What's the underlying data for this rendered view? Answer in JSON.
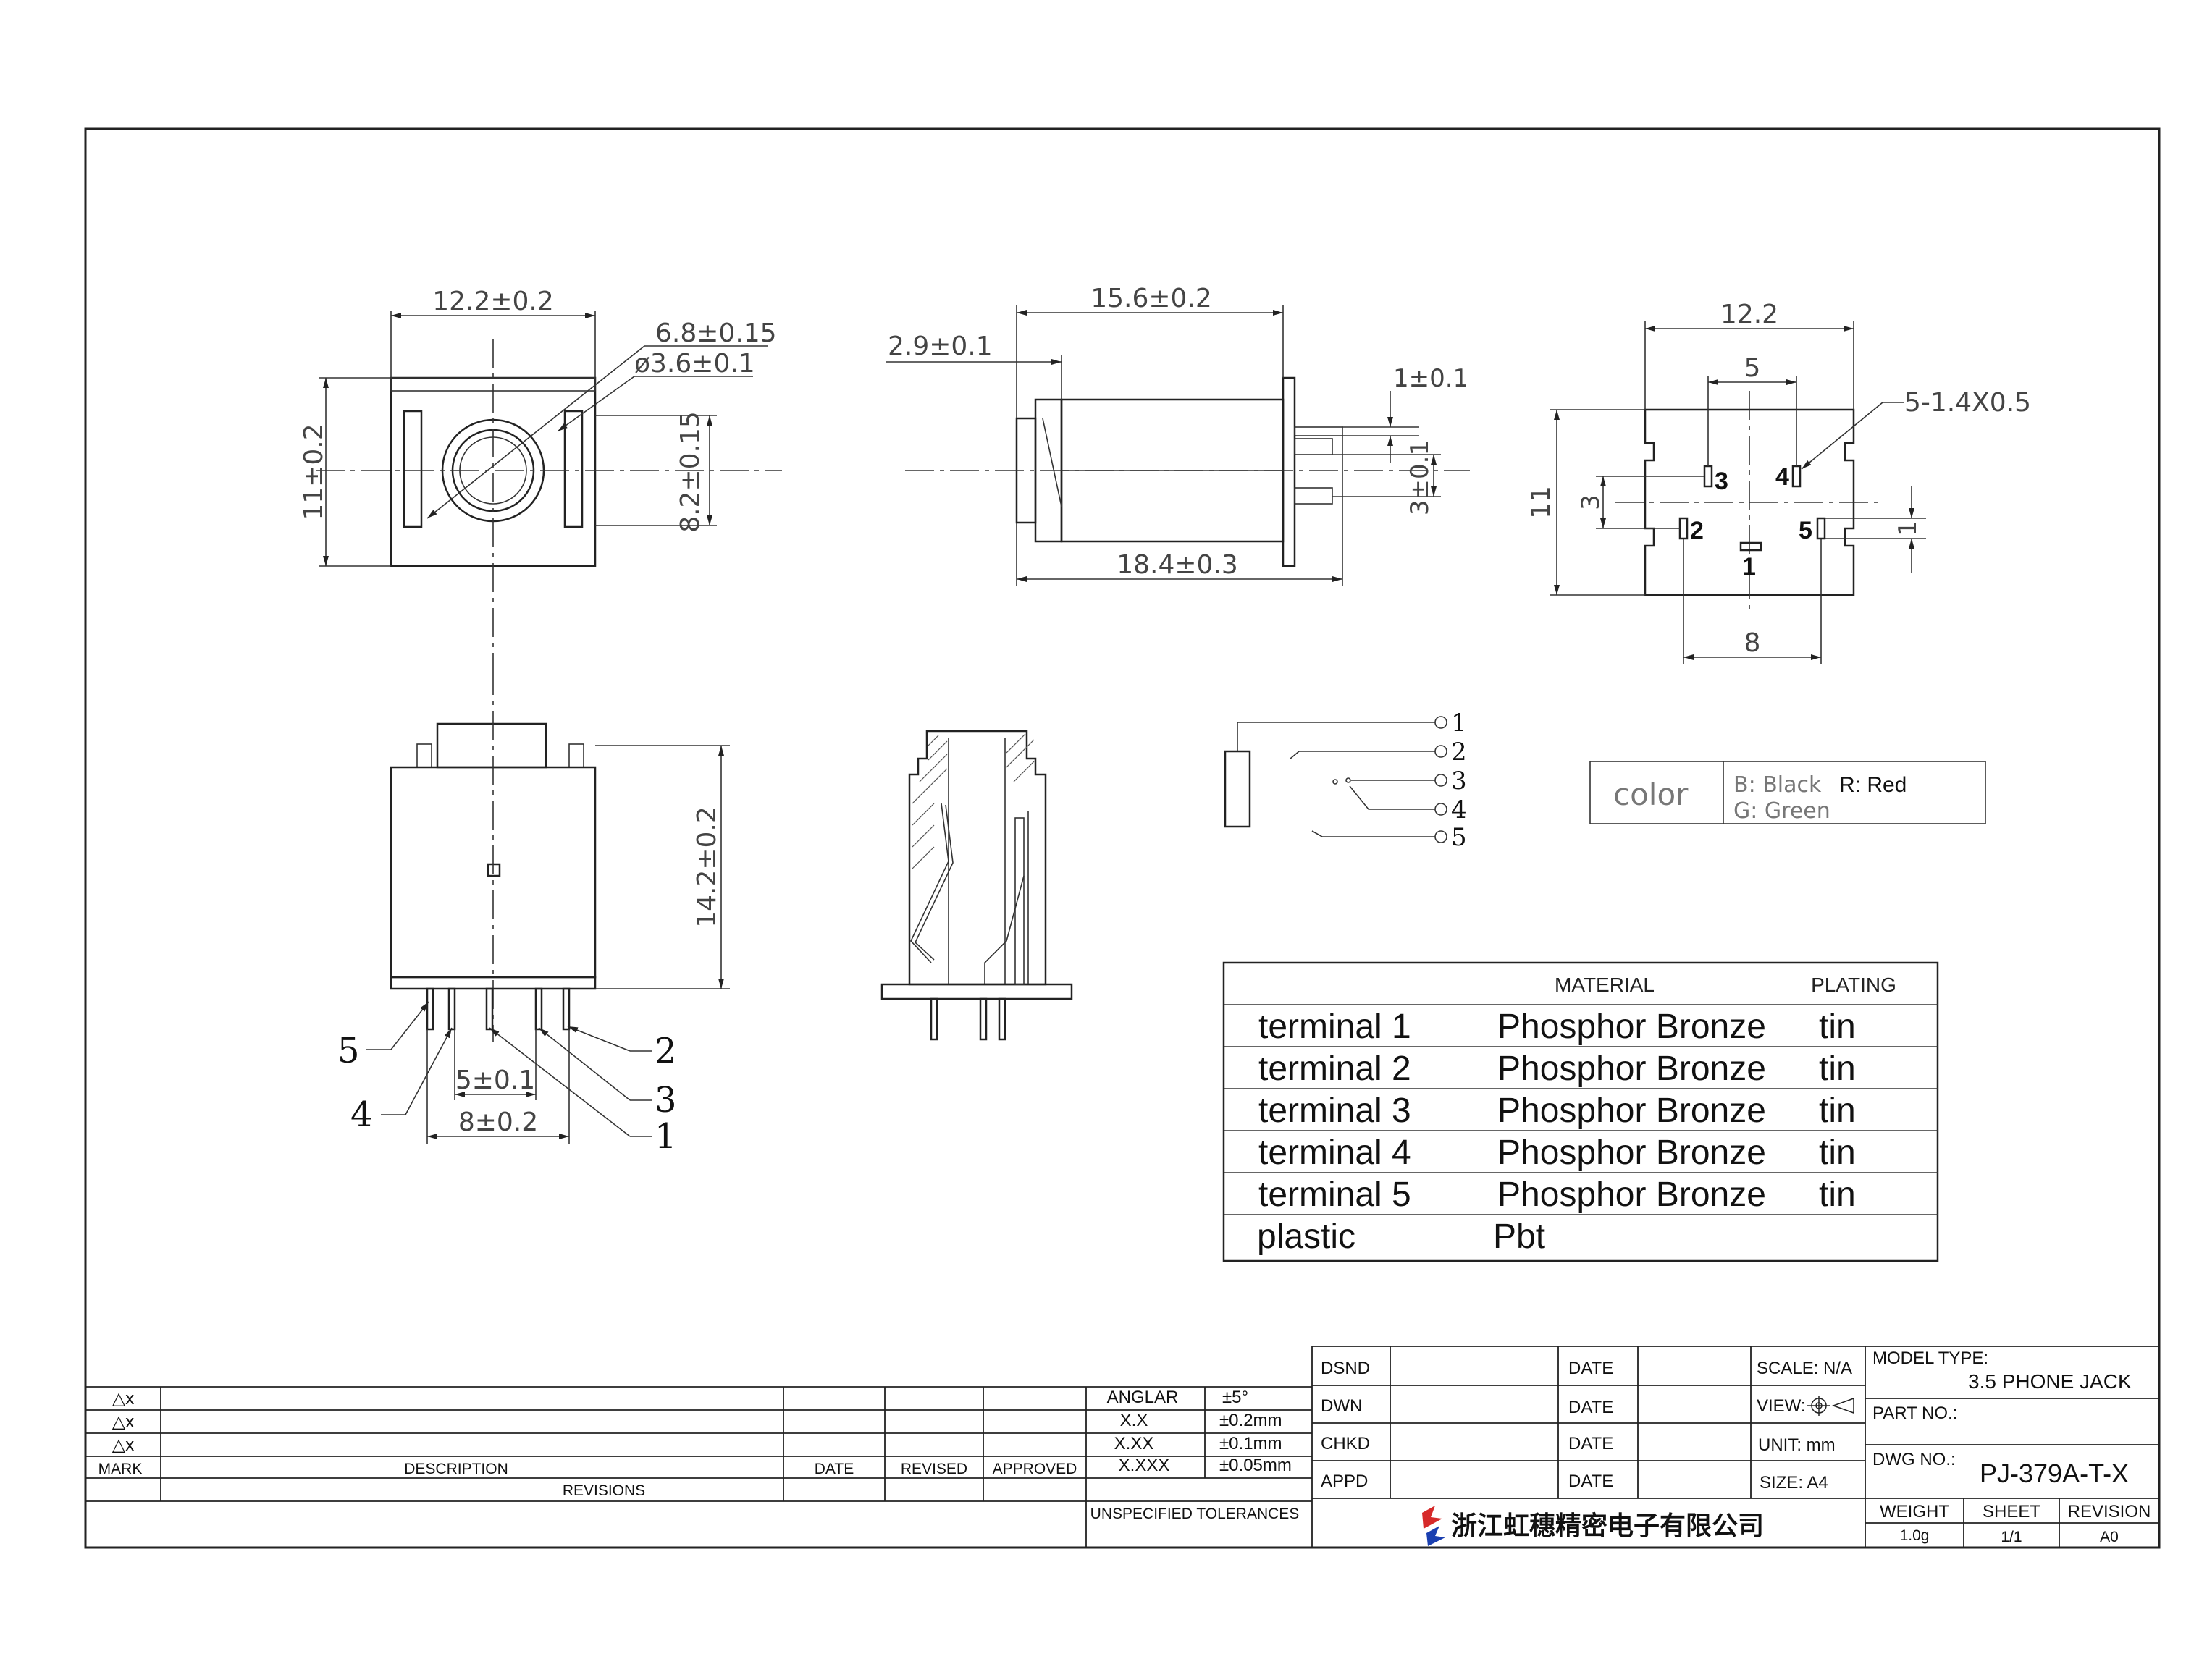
{
  "front_view": {
    "width_dim": "12.2±0.2",
    "height_dim": "11±0.2",
    "outer_dia_dim": "6.8±0.15",
    "bore_dim": "ø3.6±0.1",
    "body_dim": "8.2±0.15"
  },
  "side_view": {
    "length_dim": "15.6±0.2",
    "nose_dim": "2.9±0.1",
    "pin_thickness_dim": "1±0.1",
    "pin_spacing_dim": "3±0.1",
    "overall_dim": "18.4±0.3"
  },
  "footprint": {
    "width_dim": "12.2",
    "pad_span_dim": "5",
    "pad_spec": "5-1.4X0.5",
    "height_dim": "11",
    "row_offset_dim": "3",
    "pad_offset_dim": "1",
    "bottom_span_dim": "8",
    "pads": [
      "3",
      "4",
      "2",
      "5",
      "1"
    ]
  },
  "bottom_view": {
    "height_dim": "14.2±0.2",
    "inner_span_dim": "5±0.1",
    "outer_span_dim": "8±0.2",
    "pin_labels": [
      "5",
      "2",
      "4",
      "3",
      "1"
    ]
  },
  "schematic": {
    "pins": [
      "1",
      "2",
      "3",
      "4",
      "5"
    ]
  },
  "color_box": {
    "label": "color",
    "black": "B: Black",
    "red": "R: Red",
    "green": "G: Green"
  },
  "materials": {
    "headers": [
      "MATERIAL",
      "PLATING"
    ],
    "rows": [
      {
        "part": "terminal 1",
        "material": "Phosphor Bronze",
        "plating": "tin"
      },
      {
        "part": "terminal 2",
        "material": "Phosphor Bronze",
        "plating": "tin"
      },
      {
        "part": "terminal 3",
        "material": "Phosphor Bronze",
        "plating": "tin"
      },
      {
        "part": "terminal 4",
        "material": "Phosphor Bronze",
        "plating": "tin"
      },
      {
        "part": "terminal 5",
        "material": "Phosphor Bronze",
        "plating": "tin"
      },
      {
        "part": "plastic",
        "material": "Pbt",
        "plating": ""
      }
    ]
  },
  "revisions": {
    "marks": [
      "△x",
      "△x",
      "△x"
    ],
    "headers": {
      "mark": "MARK",
      "description": "DESCRIPTION",
      "date": "DATE",
      "revised": "REVISED",
      "approved": "APPROVED"
    },
    "footer": "REVISIONS"
  },
  "tolerances": {
    "rows": [
      {
        "label": "ANGLAR",
        "value": "±5°"
      },
      {
        "label": "X.X",
        "value": "±0.2mm"
      },
      {
        "label": "X.XX",
        "value": "±0.1mm"
      },
      {
        "label": "X.XXX",
        "value": "±0.05mm"
      }
    ],
    "footer": "UNSPECIFIED TOLERANCES"
  },
  "approvals": {
    "rows": [
      {
        "role": "DSND",
        "date_label": "DATE"
      },
      {
        "role": "DWN",
        "date_label": "DATE"
      },
      {
        "role": "CHKD",
        "date_label": "DATE"
      },
      {
        "role": "APPD",
        "date_label": "DATE"
      }
    ],
    "scale": "SCALE: N/A",
    "view": "VIEW:",
    "unit": "UNIT: mm",
    "size": "SIZE: A4"
  },
  "title_block": {
    "model_type_label": "MODEL TYPE:",
    "model_type": "3.5 PHONE JACK",
    "part_no_label": "PART NO.:",
    "dwg_no_label": "DWG NO.:",
    "dwg_no": "PJ-379A-T-X",
    "weight_label": "WEIGHT",
    "weight": "1.0g",
    "sheet_label": "SHEET",
    "sheet": "1/1",
    "revision_label": "REVISION",
    "revision": "A0",
    "company": "浙江虹穗精密电子有限公司"
  }
}
